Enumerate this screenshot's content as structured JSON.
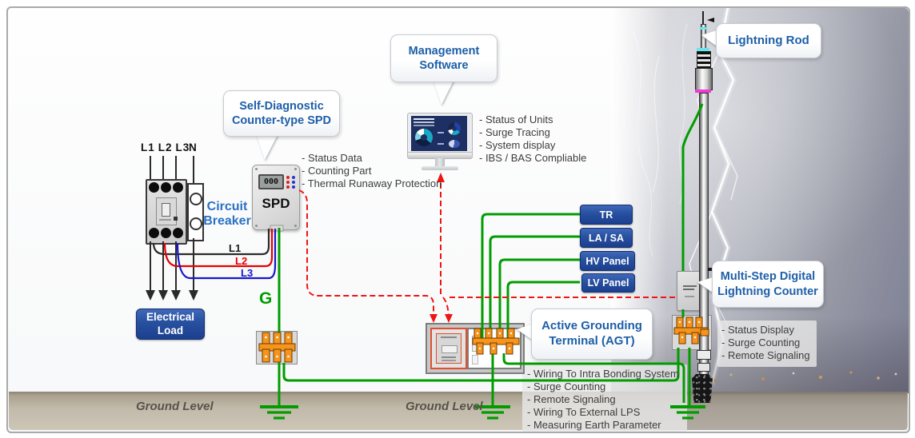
{
  "colors": {
    "accent_blue": "#1d5fa8",
    "panel_blue": "#1e4191",
    "wire_green": "#009c00",
    "dashed_red": "#f11414",
    "wire_l1_black": "#2a2a2a",
    "wire_l2_red": "#e60000",
    "wire_l3_blue": "#1616cc",
    "ground_tan": "#c1b9a9"
  },
  "callouts": {
    "spd": {
      "line1": "Self-Diagnostic",
      "line2": "Counter-type SPD"
    },
    "software": {
      "line1": "Management",
      "line2": "Software"
    },
    "rod": {
      "label": "Lightning Rod"
    },
    "counter": {
      "line1": "Multi-Step Digital",
      "line2": "Lightning Counter"
    },
    "agt": {
      "line1": "Active Grounding",
      "line2": "Terminal (AGT)"
    }
  },
  "breaker": {
    "label_line1": "Circuit",
    "label_line2": "Breaker",
    "phases": [
      "L1",
      "L2",
      "L3"
    ],
    "neutral": "N"
  },
  "load": {
    "line1": "Electrical",
    "line2": "Load"
  },
  "spd": {
    "name": "SPD",
    "counter_display": "000",
    "wire_l1": "L1",
    "wire_l2": "L2",
    "wire_l3": "L3",
    "ground_label": "G"
  },
  "panels": {
    "tr": "TR",
    "la_sa": "LA / SA",
    "hv": "HV Panel",
    "lv": "LV Panel"
  },
  "notes": {
    "spd": [
      "- Status Data",
      "- Counting Part",
      "- Thermal Runaway Protection"
    ],
    "software": [
      "- Status of Units",
      "- Surge Tracing",
      "- System display",
      "- IBS / BAS Compliable"
    ],
    "counter": [
      "- Status Display",
      "- Surge Counting",
      "- Remote Signaling"
    ],
    "agt": [
      "- Wiring To Intra Bonding System",
      "- Surge Counting",
      "- Remote Signaling",
      "- Wiring To External LPS",
      "- Measuring Earth Parameter"
    ]
  },
  "ground": {
    "level": "Ground Level"
  }
}
